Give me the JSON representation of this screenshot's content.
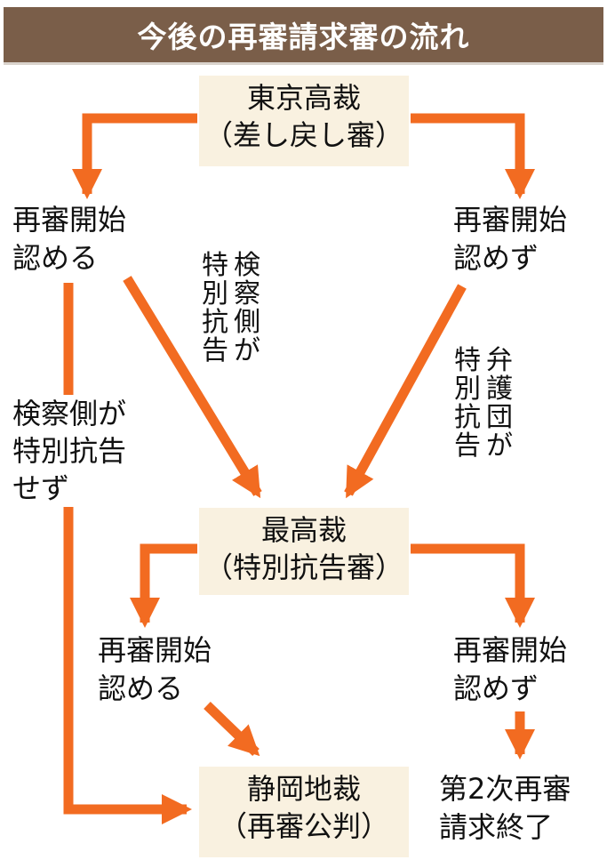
{
  "title": "今後の再審請求審の流れ",
  "colors": {
    "arrow": "#f26b21",
    "title_bg": "#7a5e49",
    "court_bg": "#f9f1e0"
  },
  "nodes": {
    "tokyo_high": {
      "line1": "東京高裁",
      "line2": "（差し戻し審）"
    },
    "left_top": {
      "line1": "再審開始",
      "line2": "認める"
    },
    "right_top": {
      "line1": "再審開始",
      "line2": "認めず"
    },
    "prosecutor_appeal": {
      "col1": "検察側が",
      "col2": "特別抗告"
    },
    "defense_appeal": {
      "col1": "弁護団が",
      "col2": "特別抗告"
    },
    "no_appeal": {
      "line1": "検察側が",
      "line2": "特別抗告",
      "line3": "せず"
    },
    "supreme": {
      "line1": "最高裁",
      "line2": "（特別抗告審）"
    },
    "left_bottom": {
      "line1": "再審開始",
      "line2": "認める"
    },
    "right_bottom": {
      "line1": "再審開始",
      "line2": "認めず"
    },
    "shizuoka": {
      "line1": "静岡地裁",
      "line2": "（再審公判）"
    },
    "end": {
      "line1": "第2次再審",
      "line2": "請求終了"
    }
  }
}
